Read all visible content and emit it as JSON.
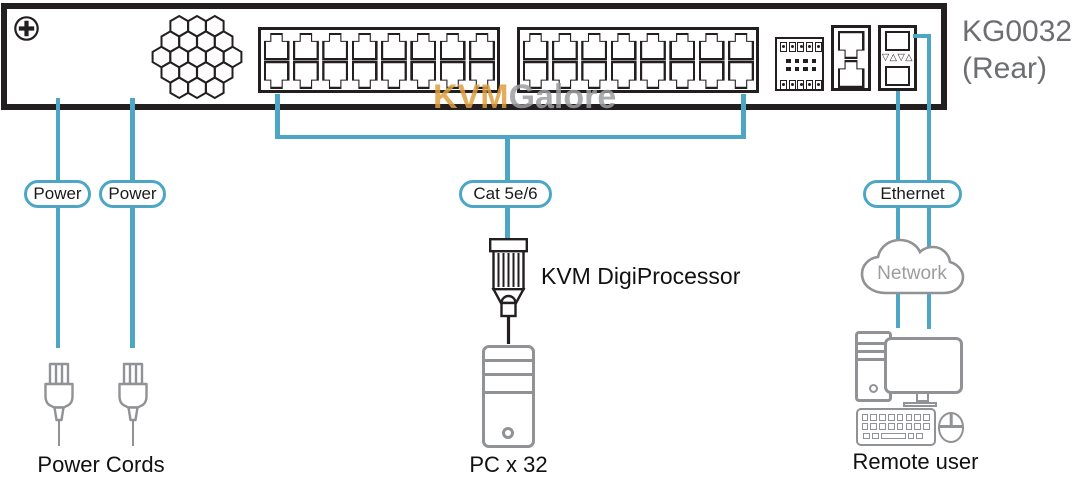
{
  "header": {
    "model": "KG0032",
    "view": "(Rear)"
  },
  "watermark": {
    "kvm": "KVM",
    "galore": "Galore"
  },
  "pills": {
    "power_left": "Power",
    "power_right": "Power",
    "cat": "Cat 5e/6",
    "ethernet": "Ethernet"
  },
  "labels": {
    "digiprocessor": "KVM DigiProcessor",
    "network": "Network",
    "power_cords": "Power Cords",
    "pc_count": "PC x 32",
    "remote_user": "Remote user"
  },
  "rear_panel": {
    "kvm_port_banks": [
      {
        "rows": 2,
        "cols": 8
      },
      {
        "rows": 2,
        "cols": 8
      }
    ],
    "console_rj45_ports": 2,
    "power_inlets": 2,
    "power_switches": 2,
    "sfp_triangles": "▽△▽△"
  },
  "colors": {
    "cable_blue": "#4da6c6",
    "line_black": "#231f20",
    "device_gray": "#909295",
    "title_gray": "#6d6e71",
    "watermark_orange": "#dd9f40",
    "watermark_gray": "#9b9da0"
  }
}
